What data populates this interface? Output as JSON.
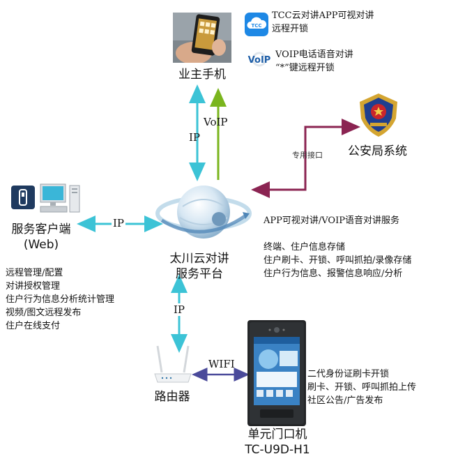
{
  "phone": {
    "app_line1": "TCC云对讲APP可视对讲",
    "app_line2": "远程开锁",
    "app_icon_text": "TCC",
    "voip_line1": "VOIP电话语音对讲",
    "voip_line2": "“*”键远程开锁",
    "voip_logo_text": "VoIP",
    "label": "业主手机"
  },
  "links": {
    "phone_ip": "IP",
    "phone_voip": "VoIP",
    "client_ip": "IP",
    "router_ip": "IP",
    "wifi": "WIFI",
    "police_interface": "专用接口"
  },
  "police": {
    "label": "公安局系统"
  },
  "client": {
    "label_line1": "服务客户端",
    "label_line2": "(Web)",
    "functions": [
      "远程管理/配置",
      "对讲授权管理",
      "住户行为信息分析统计管理",
      "视频/图文远程发布",
      "住户在线支付"
    ]
  },
  "platform": {
    "label_line1": "太川云对讲",
    "label_line2": "服务平台",
    "service_line": "APP可视对讲/VOIP语音对讲服务",
    "storage_lines": [
      "终端、住户信息存储",
      "住户刷卡、开锁、呼叫抓拍/录像存储",
      "住户行为信息、报警信息响应/分析"
    ]
  },
  "router": {
    "label": "路由器"
  },
  "door_unit": {
    "label_line1": "单元门口机",
    "label_line2": "TC-U9D-H1",
    "features": [
      "二代身份证刷卡开锁",
      "刷卡、开锁、呼叫抓拍上传",
      "社区公告/广告发布"
    ]
  },
  "colors": {
    "cyan_arrow": "#3cc3d6",
    "green_arrow": "#7ab51d",
    "purple_arrow": "#8b2452",
    "navy_arrow": "#4a4a9a",
    "app_icon_blue": "#1e88e5"
  }
}
